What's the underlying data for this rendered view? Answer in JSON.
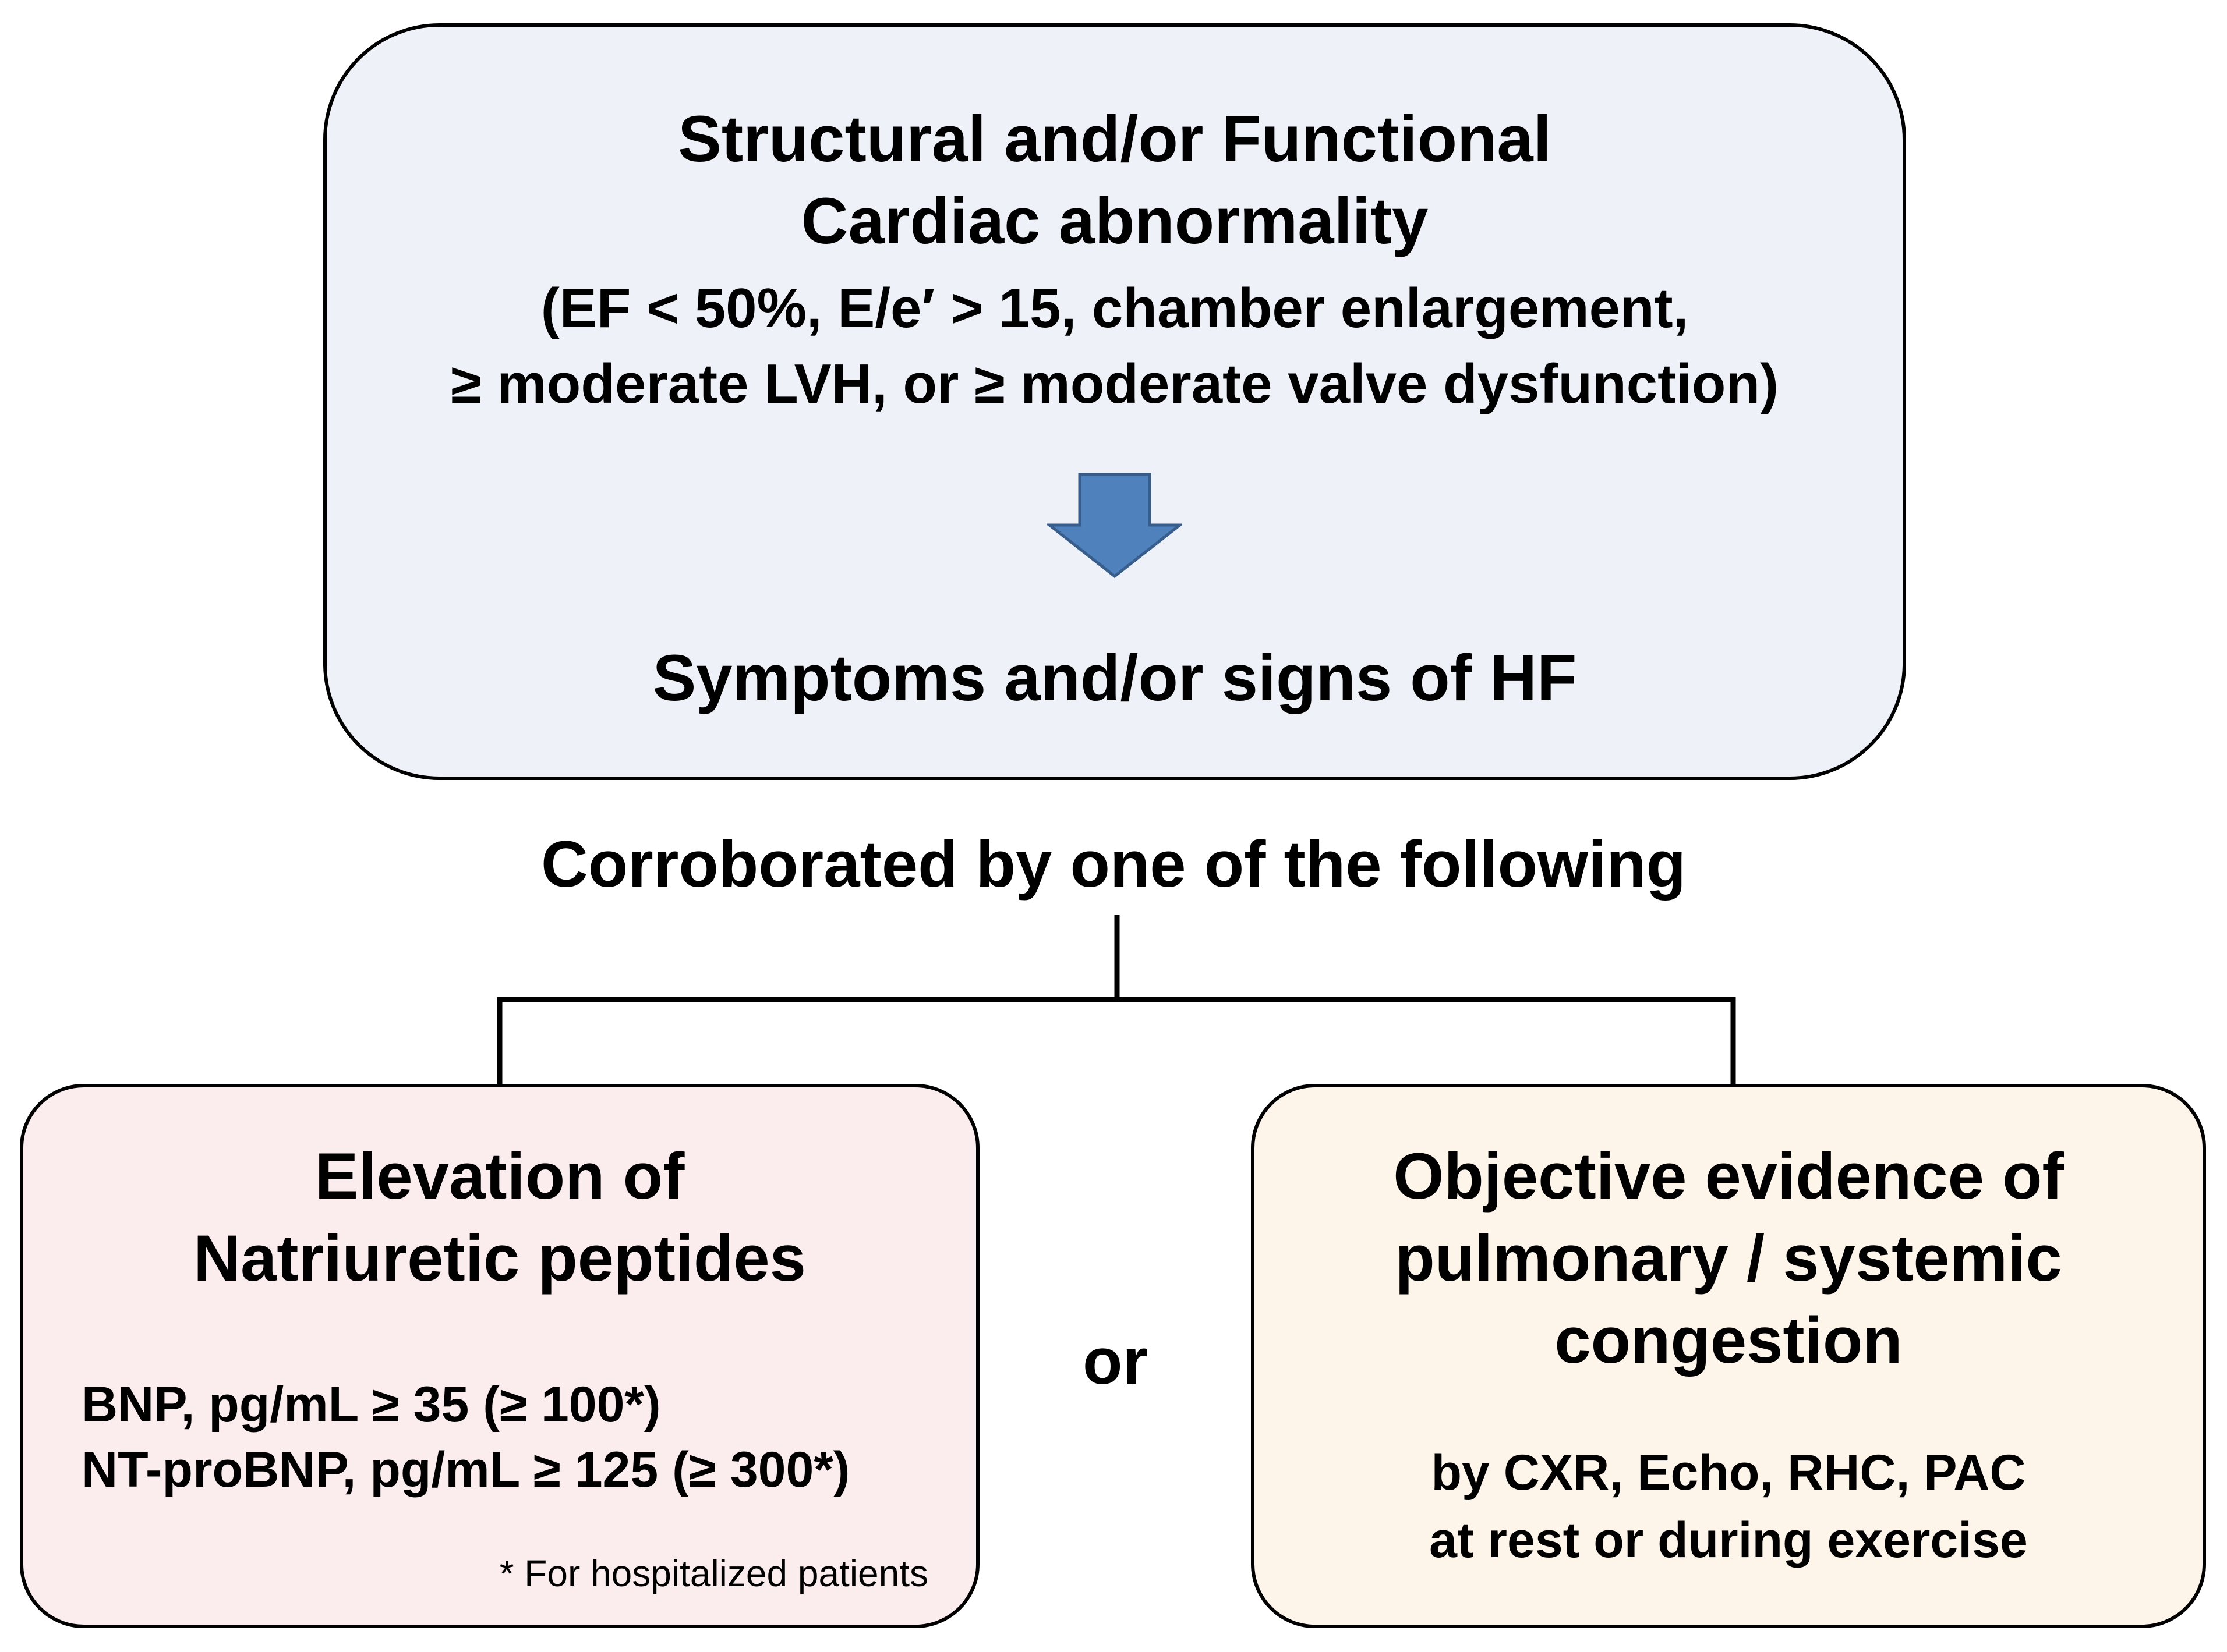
{
  "colors": {
    "top_box_fill": "#eef2f8",
    "left_box_fill": "#fbeced",
    "right_box_fill": "#fdf4ea",
    "arrow_fill": "#4f81bd",
    "arrow_stroke": "#385d8a",
    "outline": "#000000"
  },
  "top_box": {
    "title_line1": "Structural and/or Functional",
    "title_line2": "Cardiac abnormality",
    "detail_line1": "(EF < 50%, E/e′ > 15, chamber enlargement,",
    "detail_line2": "≥ moderate LVH, or ≥ moderate valve dysfunction)",
    "arrow_icon": "down-arrow-icon",
    "symptoms": "Symptoms and/or signs of HF"
  },
  "corroborated_label": "Corroborated by one of the following",
  "left_box": {
    "title_line1": "Elevation of",
    "title_line2": "Natriuretic peptides",
    "bnp": "BNP, pg/mL ≥ 35 (≥ 100*)",
    "ntprobnp": "NT-proBNP, pg/mL ≥ 125 (≥ 300*)",
    "footnote": "* For hospitalized patients"
  },
  "or_label": "or",
  "right_box": {
    "title_line1": "Objective evidence of",
    "title_line2": "pulmonary / systemic",
    "title_line3": "congestion",
    "detail_line1": "by CXR, Echo, RHC, PAC",
    "detail_line2": "at rest or during exercise"
  }
}
